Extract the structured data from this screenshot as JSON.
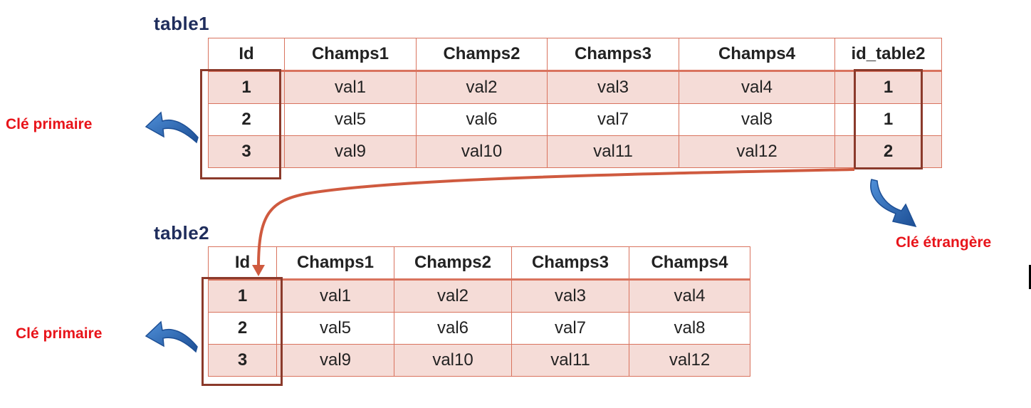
{
  "table1": {
    "name": "table1",
    "columns": [
      "Id",
      "Champs1",
      "Champs2",
      "Champs3",
      "Champs4",
      "id_table2"
    ],
    "rows": [
      [
        "1",
        "val1",
        "val2",
        "val3",
        "val4",
        "1"
      ],
      [
        "2",
        "val5",
        "val6",
        "val7",
        "val8",
        "1"
      ],
      [
        "3",
        "val9",
        "val10",
        "val11",
        "val12",
        "2"
      ]
    ]
  },
  "table2": {
    "name": "table2",
    "columns": [
      "Id",
      "Champs1",
      "Champs2",
      "Champs3",
      "Champs4"
    ],
    "rows": [
      [
        "1",
        "val1",
        "val2",
        "val3",
        "val4"
      ],
      [
        "2",
        "val5",
        "val6",
        "val7",
        "val8"
      ],
      [
        "3",
        "val9",
        "val10",
        "val11",
        "val12"
      ]
    ]
  },
  "labels": {
    "primary_key_1": "Clé primaire",
    "primary_key_2": "Clé primaire",
    "foreign_key": "Clé étrangère"
  },
  "colors": {
    "table_title": "#1f2d5c",
    "grid_line": "#d9735e",
    "row_shade": "#f5dcd7",
    "highlight_box": "#8b3a2b",
    "key_label": "#e8141a",
    "arrow_blue": "#2e6bb8",
    "link_arrow": "#cf5a3f"
  },
  "icons": [
    "curved-arrow-left-icon",
    "curved-arrow-down-right-icon"
  ]
}
